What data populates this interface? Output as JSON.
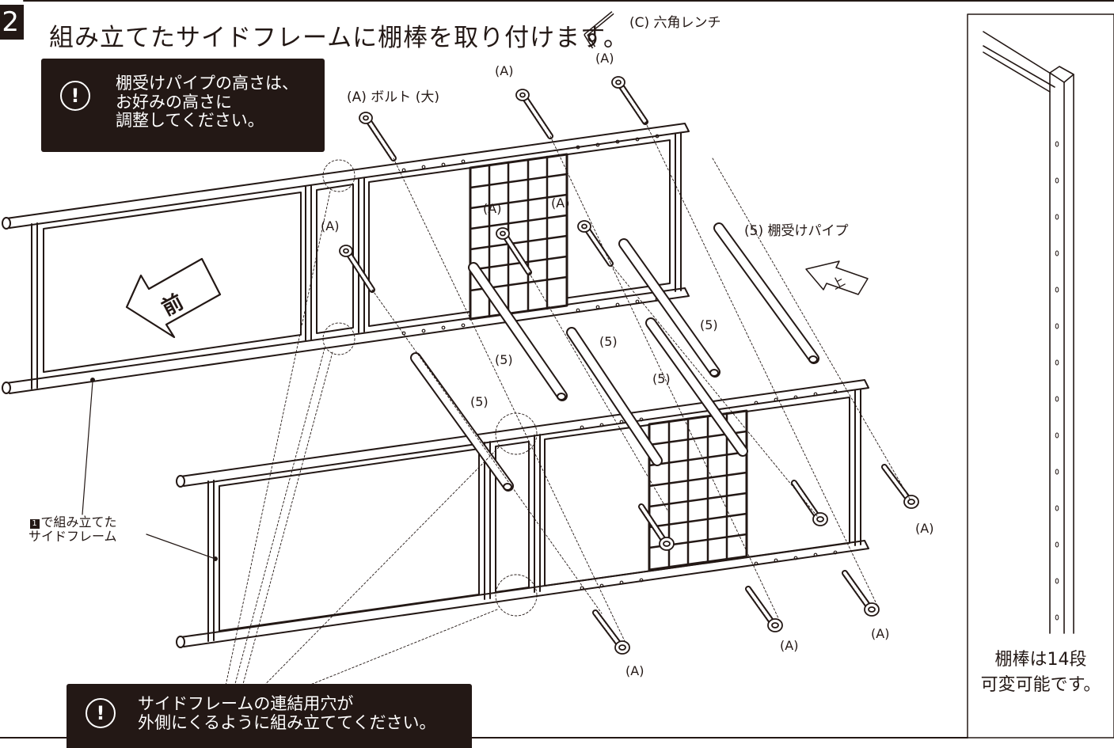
{
  "step": {
    "number": "2",
    "title": "組み立てたサイドフレームに棚棒を取り付けます。"
  },
  "tool_label": "(C) 六角レンチ",
  "notes": {
    "height": "棚受けパイプの高さは、\nお好みの高さに\n調整してください。",
    "holes": "サイドフレームの連結用穴が\n外側にくるように組み立ててください。"
  },
  "labels": {
    "bolt_large": "(A) ボルト (大)",
    "bolt": "(A)",
    "pipe_named": "(5) 棚受けパイプ",
    "pipe": "(5)",
    "frame_ref_num": "1",
    "frame_ref_text_1": "で組み立てた",
    "frame_ref_text_2": "サイドフレーム",
    "front": "前",
    "top": "上"
  },
  "side_panel": {
    "caption_1": "棚棒は14段",
    "caption_2": "可変可能です。"
  }
}
